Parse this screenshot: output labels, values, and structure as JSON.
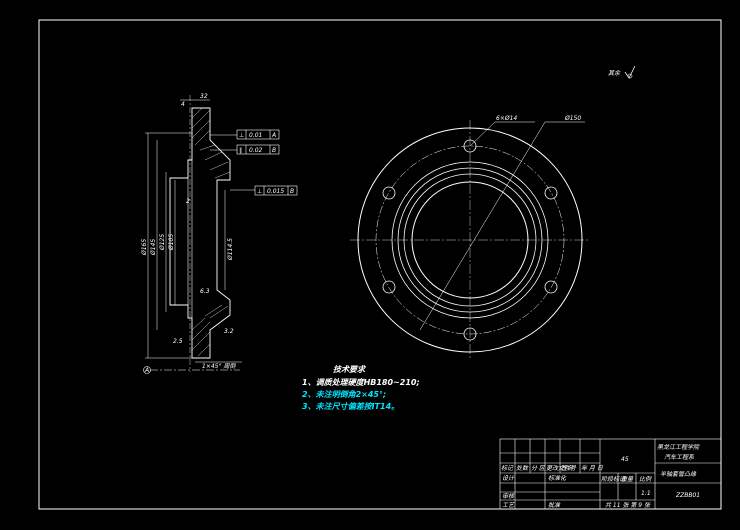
{
  "drawing": {
    "roughness_mark": "其余",
    "section_dims": {
      "width_top": "32",
      "d1": "Ø165",
      "d2": "Ø145",
      "d3": "Ø125",
      "d4": "Ø105",
      "d5": "Ø114.5",
      "chamfer_note": "1×45° 周倒",
      "ra1": "6.3",
      "ra2": "2.5",
      "ra3": "3.2",
      "small1": "4",
      "small2": "2"
    },
    "tolerance_frames": [
      {
        "sym": "⊥",
        "val": "0.01",
        "ref": "A"
      },
      {
        "sym": "∥",
        "val": "0.02",
        "ref": "B"
      },
      {
        "sym": "⊥",
        "val": "0.015",
        "ref": "B"
      }
    ],
    "datum": "A",
    "front_view": {
      "hole_label": "6×Ø14",
      "pcd_label": "Ø150"
    },
    "tech": {
      "title": "技术要求",
      "items": [
        "1、调质处理硬度HB180~210;",
        "2、未注明倒角2×45°;",
        "3、未注尺寸偏差按IT14。"
      ]
    },
    "title_block": {
      "material": "45",
      "school": "黑龙江工程学院",
      "dept": "汽车工程系",
      "part_name": "半轴套管凸缘",
      "drawing_no": "ZZBB01",
      "scale": "1:1",
      "sheet": "共 11 张 第 9 张",
      "hdr_row": [
        "标记",
        "处数",
        "分 区",
        "更改文件号",
        "签名",
        "年 月 日"
      ],
      "labels": {
        "design": "设计",
        "standard": "标准化",
        "review": "审核",
        "process": "工艺",
        "approve": "批准",
        "stage": "阶段标记",
        "weight": "重量",
        "ratio": "比例"
      }
    }
  }
}
